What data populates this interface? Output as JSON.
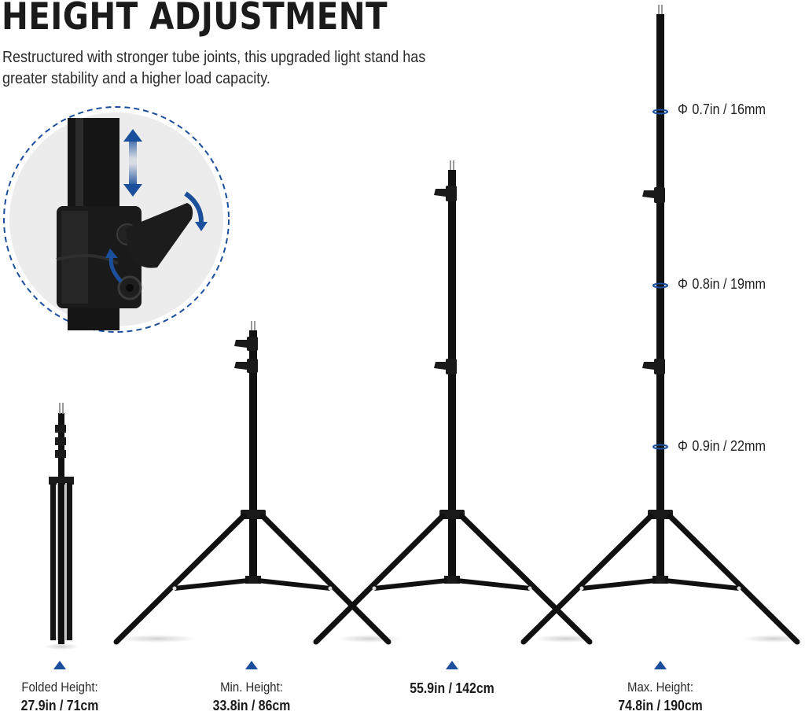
{
  "header": {
    "title": "HEIGHT ADJUSTMENT",
    "subtitle": "Restructured with stronger tube joints, this upgraded light stand has greater stability and a higher load capacity."
  },
  "tube_diameters": [
    {
      "symbol": "Φ",
      "text": "0.7in / 16mm"
    },
    {
      "symbol": "Φ",
      "text": "0.8in / 19mm"
    },
    {
      "symbol": "Φ",
      "text": "0.9in / 22mm"
    }
  ],
  "stands": [
    {
      "label": "Folded Height:",
      "value": "27.9in / 71cm"
    },
    {
      "label": "Min. Height:",
      "value": "33.8in / 86cm"
    },
    {
      "label": "",
      "value": "55.9in / 142cm"
    },
    {
      "label": "Max. Height:",
      "value": "74.8in / 190cm"
    }
  ],
  "colors": {
    "accent": "#1b4f9c",
    "stand": "#111111",
    "inset_bg": "#ececec"
  }
}
